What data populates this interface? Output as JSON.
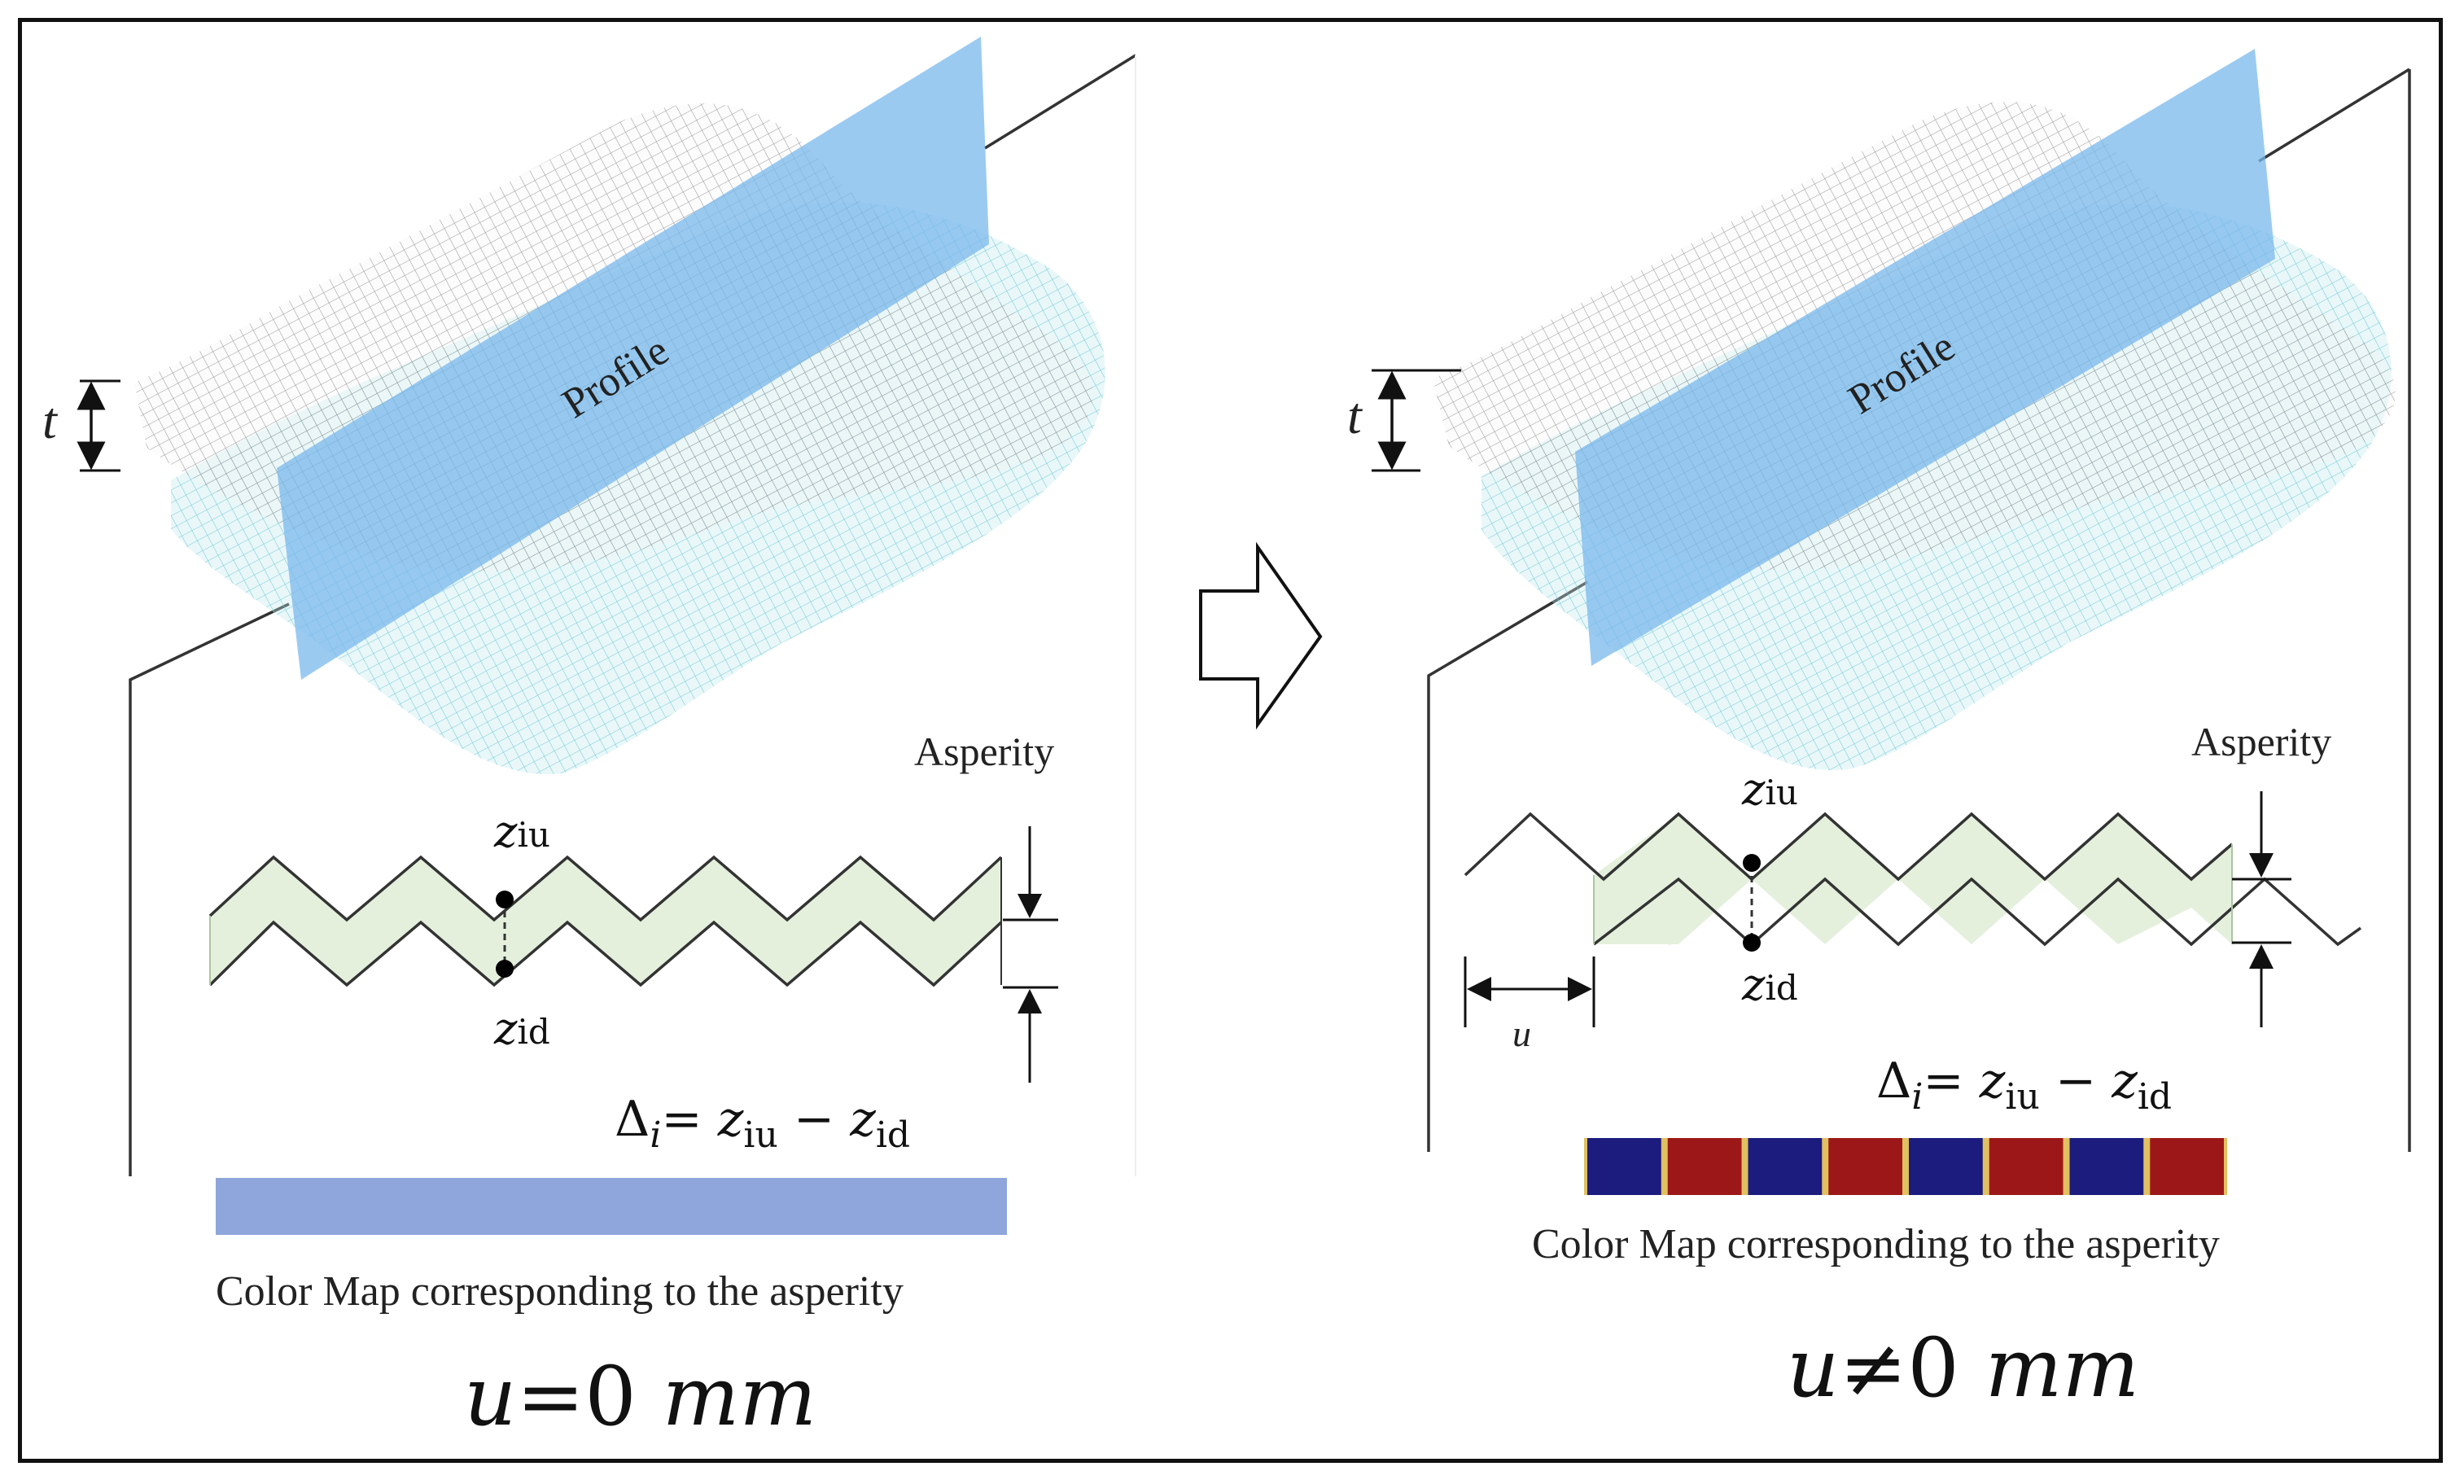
{
  "left_panel": {
    "thickness_label": "t",
    "plane_label": "Profile",
    "asperity_label": "Asperity",
    "z_upper": "z",
    "z_upper_sub": "iu",
    "z_lower": "z",
    "z_lower_sub": "id",
    "formula_delta": "Δ",
    "formula_i": "i",
    "formula_eq": "= z",
    "formula_iu": "iu",
    "formula_minus": " − z",
    "formula_id": "id",
    "colormap_caption": "Color Map corresponding to the asperity",
    "condition_u": "u",
    "condition_rest": "=0 ",
    "condition_unit": "mm",
    "colormap_color": "#8fa6dc"
  },
  "transition_arrow": "arrow-right-icon",
  "right_panel": {
    "thickness_label": "t",
    "plane_label": "Profile",
    "asperity_label": "Asperity",
    "z_upper": "z",
    "z_upper_sub": "iu",
    "z_lower": "z",
    "z_lower_sub": "id",
    "offset_label": "u",
    "formula_delta": "Δ",
    "formula_i": "i",
    "formula_eq": "= z",
    "formula_iu": "iu",
    "formula_minus": " − z",
    "formula_id": "id",
    "colormap_caption": "Color Map corresponding to the asperity",
    "condition_u": "u",
    "condition_rest": "≠0 ",
    "condition_unit": "mm",
    "colormap_colors": [
      "#1c1c7e",
      "#9c1818"
    ],
    "colormap_separator": "#e0c060"
  },
  "colors": {
    "plane": "#7ab8ec",
    "asperity_fill": "#e4f0dc",
    "mesh_upper": "#6d6d6d",
    "mesh_lower": "#3fb8c8"
  }
}
